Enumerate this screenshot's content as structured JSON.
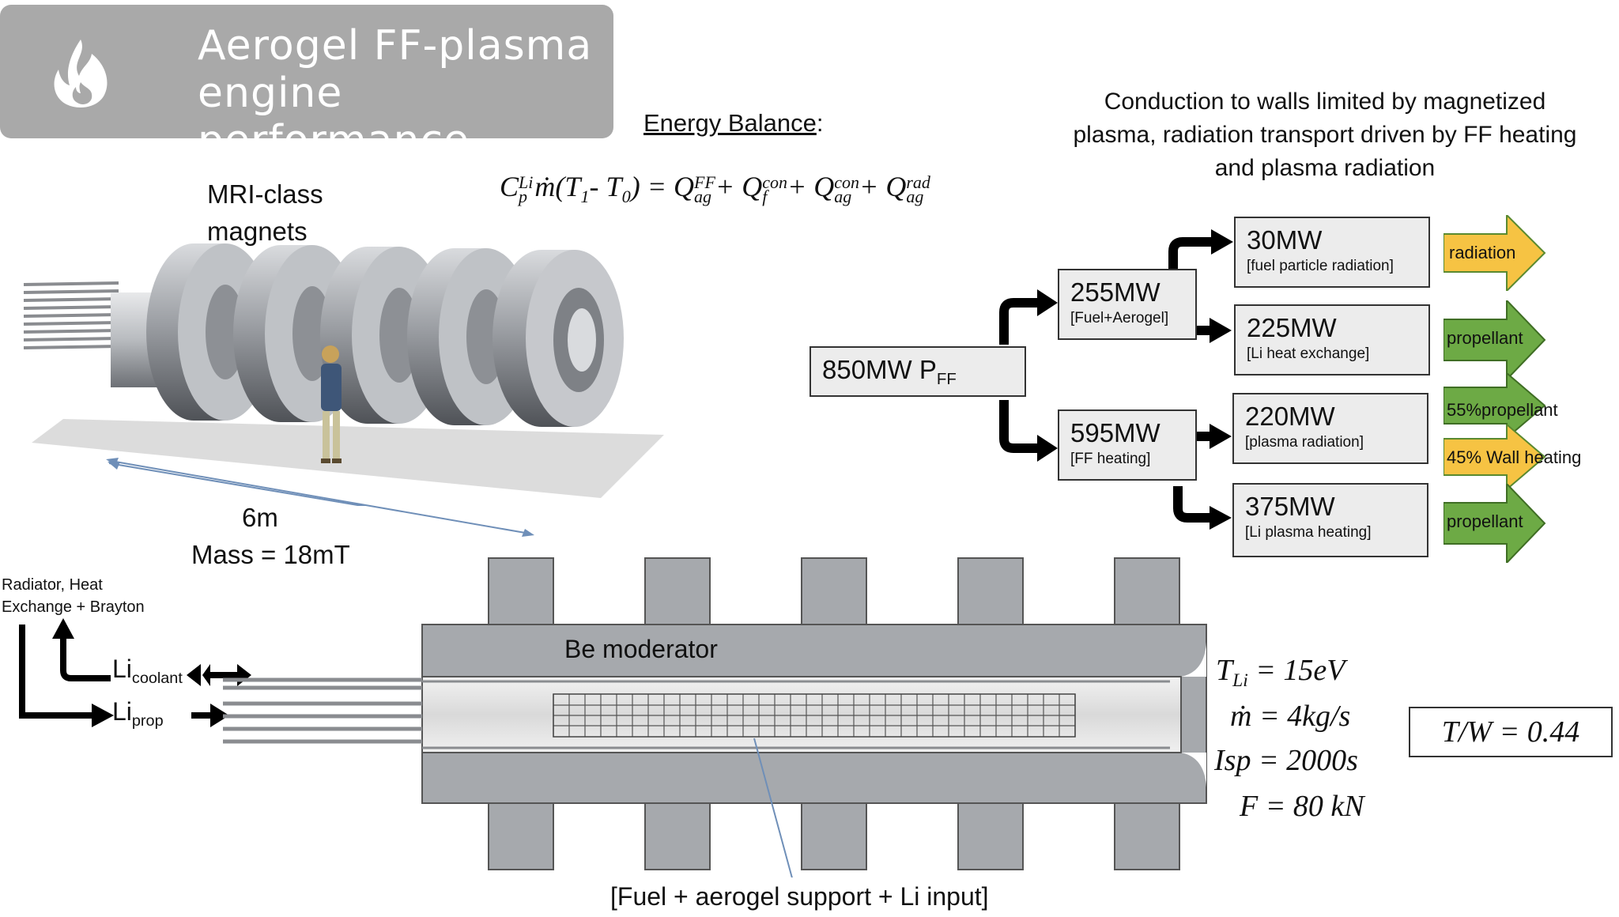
{
  "title": {
    "line1": "Aerogel FF-plasma",
    "line2": "engine performance"
  },
  "energy_balance": {
    "label": "Energy Balance",
    "colon": ":",
    "equation": {
      "lhs_symbol": "C",
      "lhs_sub": "p",
      "lhs_sup": "Li",
      "lhs_rest": "ṁ(T",
      "t1_sub": "1",
      "minus": "- T",
      "t0_sub": "0",
      "close": ") = ",
      "terms": [
        {
          "sym": "Q",
          "sup": "FF",
          "sub": "ag"
        },
        {
          "sym": "Q",
          "sup": "con",
          "sub": "f"
        },
        {
          "sym": "Q",
          "sup": "con",
          "sub": "ag"
        },
        {
          "sym": "Q",
          "sup": "rad",
          "sub": "ag"
        }
      ],
      "plus": "+ "
    }
  },
  "conduction_note": {
    "line1": "Conduction to walls limited by magnetized",
    "line2": "plasma, radiation transport driven by FF heating",
    "line3": "and plasma radiation"
  },
  "magnets": {
    "line1": "MRI-class",
    "line2": "magnets",
    "length": "6m",
    "mass": "Mass = 18mT"
  },
  "flow": {
    "root": {
      "value": "850MW P",
      "sub": "FF"
    },
    "fuel": {
      "value": "255MW",
      "note": "[Fuel+Aerogel]"
    },
    "ff": {
      "value": "595MW",
      "note": "[FF heating]"
    },
    "fuel_rad": {
      "value": "30MW",
      "note": "[fuel particle radiation]"
    },
    "li_hx": {
      "value": "225MW",
      "note": "[Li heat exchange]"
    },
    "plasma_rad": {
      "value": "220MW",
      "note": "[plasma radiation]"
    },
    "li_plasma": {
      "value": "375MW",
      "note": "[Li plasma heating]"
    }
  },
  "outputs": {
    "radiation": "radiation",
    "propellant1": "propellant",
    "propellant55": "55%propellant",
    "wall45": "45% Wall heating",
    "propellant2": "propellant"
  },
  "colors": {
    "yellow": "#f6c343",
    "green": "#6daa45",
    "title_bg": "#a9a9a9",
    "steel": "#a6a9ad"
  },
  "engine": {
    "radiator_line1": "Radiator, Heat",
    "radiator_line2": "Exchange + Brayton",
    "li_coolant": "Li",
    "li_coolant_sub": "coolant",
    "li_prop": "Li",
    "li_prop_sub": "prop",
    "moderator": "Be moderator",
    "fuel_label": "[Fuel + aerogel support + Li input]"
  },
  "params": {
    "t_li": {
      "lhs": "T",
      "sub": "Li",
      "rhs": " = 15eV"
    },
    "mdot": {
      "lhs": "ṁ",
      "rhs": " = 4kg/s"
    },
    "isp": {
      "lhs": "Isp",
      "rhs": " = 2000s"
    },
    "force": {
      "lhs": "F",
      "rhs": " = 80 kN"
    },
    "tw": "T/W = 0.44"
  }
}
